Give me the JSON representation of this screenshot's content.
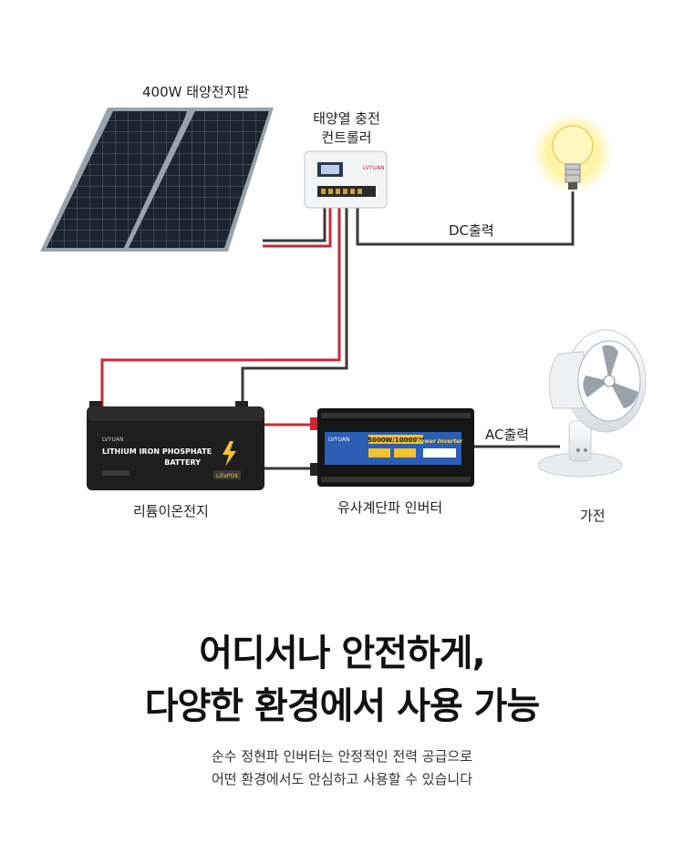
{
  "labels": {
    "solar_panel": "400W 태양전지판",
    "controller_line1": "태양열 충전",
    "controller_line2": "컨트롤러",
    "dc_output": "DC출력",
    "ac_output": "AC출력",
    "battery": "리튬이온전지",
    "inverter": "유사계단파 인버터",
    "appliance": "가전"
  },
  "battery_face": {
    "line1": "LITHIUM  IRON  PHOSPHATE",
    "line2": "BATTERY",
    "badge": "LiFePO4",
    "brand": "LVYUAN"
  },
  "controller_face": {
    "brand": "LVYUAN"
  },
  "inverter_face": {
    "brand": "LVYUAN",
    "rating": "5000W/10000W",
    "tag": "Power Inverter"
  },
  "headline": {
    "line1": "어디서나 안전하게,",
    "line2": "다양한 환경에서 사용 가능"
  },
  "subtext": {
    "line1": "순수 정현파 인버터는 안정적인 전력 공급으로",
    "line2": "어떤 환경에서도 안심하고 사용할 수 있습니다"
  },
  "colors": {
    "wire_red": "#c8283a",
    "wire_black": "#3a3a3a",
    "panel_frame": "#9aa3ab",
    "panel_cell": "#1c2430",
    "battery_body": "#1e1e1e",
    "inverter_body": "#151515",
    "inverter_face": "#2a5fb5",
    "bulb_glow": "#fff3a0"
  }
}
